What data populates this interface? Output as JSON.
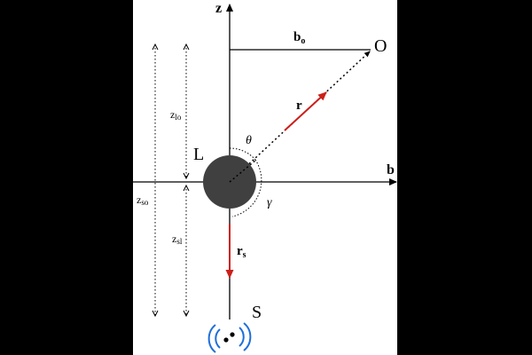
{
  "labels": {
    "z_axis": "z",
    "b_axis": "b",
    "observer": "O",
    "lens": "L",
    "source": "S",
    "b_o_main": "b",
    "b_o_sub": "o",
    "r_vec": "r",
    "r_s_main": "r",
    "r_s_sub": "s",
    "theta": "θ",
    "gamma": "γ",
    "z_lo_main": "z",
    "z_lo_sub": "lo",
    "z_so_main": "z",
    "z_so_sub": "so",
    "z_sl_main": "z",
    "z_sl_sub": "sl"
  },
  "colors": {
    "background": "#000000",
    "panel": "#ffffff",
    "ink": "#000000",
    "lens_fill": "#404040",
    "vector": "#cc1f1a",
    "signal": "#1e6fd9"
  },
  "icons": {
    "source": "gravitational-wave-source-icon"
  }
}
